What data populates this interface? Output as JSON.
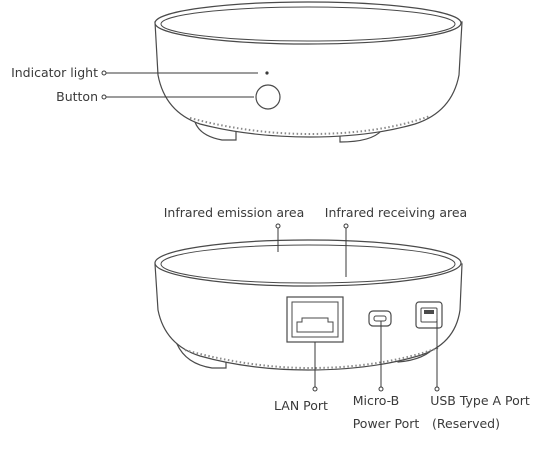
{
  "top_device": {
    "labels": {
      "indicator_light": "Indicator light",
      "button": "Button"
    }
  },
  "bottom_device": {
    "labels": {
      "infrared_emission": "Infrared emission area",
      "infrared_receiving": "Infrared receiving area",
      "lan_port": "LAN Port",
      "micro_b_line1": "Micro-B",
      "micro_b_line2": "Power Port",
      "usb_line1": "USB Type A Port",
      "usb_line2": "(Reserved)"
    }
  },
  "colors": {
    "outline": "#4a4a4a",
    "label_text": "#3a3a3a",
    "background": "#ffffff"
  }
}
